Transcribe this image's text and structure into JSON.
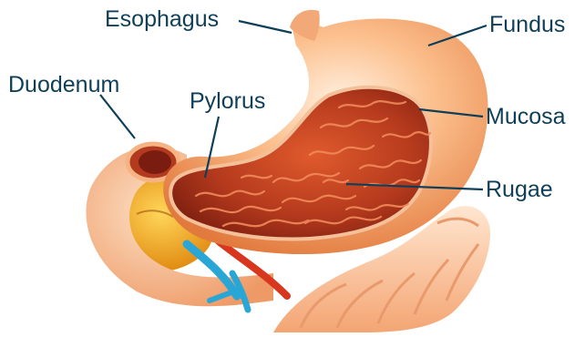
{
  "labels": {
    "esophagus": "Esophagus",
    "fundus": "Fundus",
    "duodenum": "Duodenum",
    "pylorus": "Pylorus",
    "mucosa": "Mucosa",
    "rugae": "Rugae"
  },
  "colors": {
    "label_text": "#0f3f58",
    "leader_line": "#0f3f58",
    "stomach_outer": "#f5a266",
    "stomach_interior": "#a8321a",
    "rugae": "#f08a5a",
    "intestine": "#fbc8a0",
    "pancreas": "#f2b21e",
    "artery": "#d8361e",
    "vein": "#2aa6d6"
  }
}
